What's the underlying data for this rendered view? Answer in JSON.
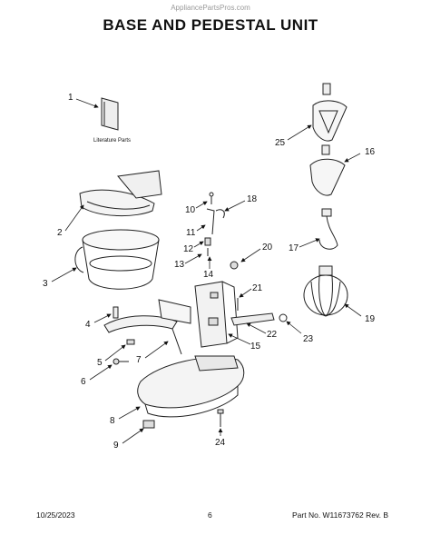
{
  "watermark": "AppliancePartsPros.com",
  "title": "BASE AND PEDESTAL UNIT",
  "literature_label": "Literature Parts",
  "callouts": [
    "1",
    "2",
    "3",
    "4",
    "5",
    "6",
    "7",
    "8",
    "9",
    "10",
    "11",
    "12",
    "13",
    "14",
    "15",
    "16",
    "17",
    "18",
    "19",
    "20",
    "21",
    "22",
    "23",
    "24",
    "25"
  ],
  "footer": {
    "date": "10/25/2023",
    "page": "6",
    "part": "Part No. W11673762  Rev. B"
  }
}
